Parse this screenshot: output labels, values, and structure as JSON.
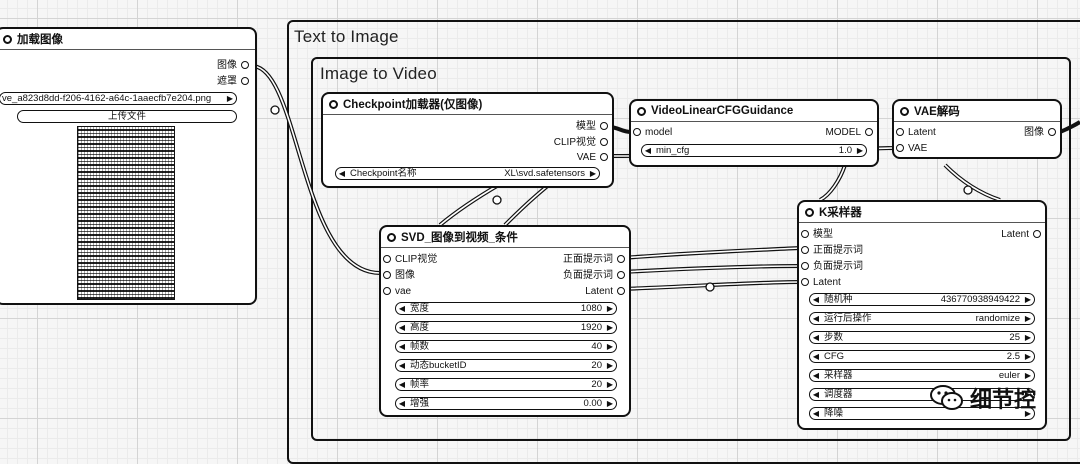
{
  "groups": {
    "text_to_image": "Text to Image",
    "image_to_video": "Image to Video"
  },
  "load_image": {
    "title": "加载图像",
    "out_image": "图像",
    "out_mask": "遮罩",
    "filename": "ve_a823d8dd-f206-4162-a64c-1aaecfb7e204.png",
    "upload": "上传文件"
  },
  "checkpoint": {
    "title": "Checkpoint加载器(仅图像)",
    "out_model": "模型",
    "out_clip": "CLIP视觉",
    "out_vae": "VAE",
    "widget_label": "Checkpoint名称",
    "widget_value": "XL\\svd.safetensors"
  },
  "guidance": {
    "title": "VideoLinearCFGGuidance",
    "in_model": "model",
    "out_model": "MODEL",
    "widget_label": "min_cfg",
    "widget_value": "1.0"
  },
  "vae_decode": {
    "title": "VAE解码",
    "in_latent": "Latent",
    "in_vae": "VAE",
    "out_image": "图像"
  },
  "svd": {
    "title": "SVD_图像到视频_条件",
    "in_clip": "CLIP视觉",
    "in_image": "图像",
    "in_vae": "vae",
    "out_pos": "正面提示词",
    "out_neg": "负面提示词",
    "out_latent": "Latent",
    "widgets": [
      {
        "label": "宽度",
        "value": "1080"
      },
      {
        "label": "高度",
        "value": "1920"
      },
      {
        "label": "帧数",
        "value": "40"
      },
      {
        "label": "动态bucketID",
        "value": "20"
      },
      {
        "label": "帧率",
        "value": "20"
      },
      {
        "label": "增强",
        "value": "0.00"
      }
    ]
  },
  "ksampler": {
    "title": "K采样器",
    "in_model": "模型",
    "in_pos": "正面提示词",
    "in_neg": "负面提示词",
    "in_latent": "Latent",
    "out_latent": "Latent",
    "widgets": [
      {
        "label": "随机种",
        "value": "436770938949422"
      },
      {
        "label": "运行后操作",
        "value": "randomize"
      },
      {
        "label": "步数",
        "value": "25"
      },
      {
        "label": "CFG",
        "value": "2.5"
      },
      {
        "label": "采样器",
        "value": "euler"
      },
      {
        "label": "调度器",
        "value": ""
      },
      {
        "label": "降噪",
        "value": ""
      }
    ]
  },
  "watermark": {
    "text": "细节控",
    "icon": "wechat-icon"
  }
}
